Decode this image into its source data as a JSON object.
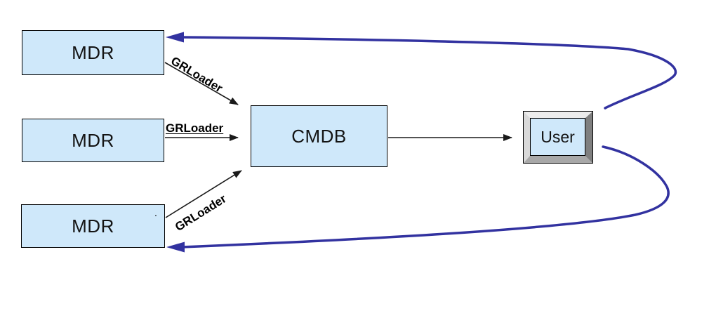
{
  "nodes": {
    "mdr_top": {
      "label": "MDR"
    },
    "mdr_middle": {
      "label": "MDR"
    },
    "mdr_bottom": {
      "label": "MDR"
    },
    "cmdb": {
      "label": "CMDB"
    },
    "user": {
      "label": "User"
    }
  },
  "edges": {
    "top_label": "GRLoader",
    "middle_label": "GRLoader",
    "bottom_label": "GRLoader"
  },
  "marks": {
    "stray_dot": "."
  },
  "colors": {
    "node_fill": "#cfe8fa",
    "node_border": "#000000",
    "connector_black": "#1a1a1a",
    "connector_blue": "#3232a0",
    "bevel_light": "#ececec",
    "bevel_left": "#d9d9d9",
    "bevel_right": "#7f7f7f",
    "bevel_bottom": "#a8a8a8"
  }
}
